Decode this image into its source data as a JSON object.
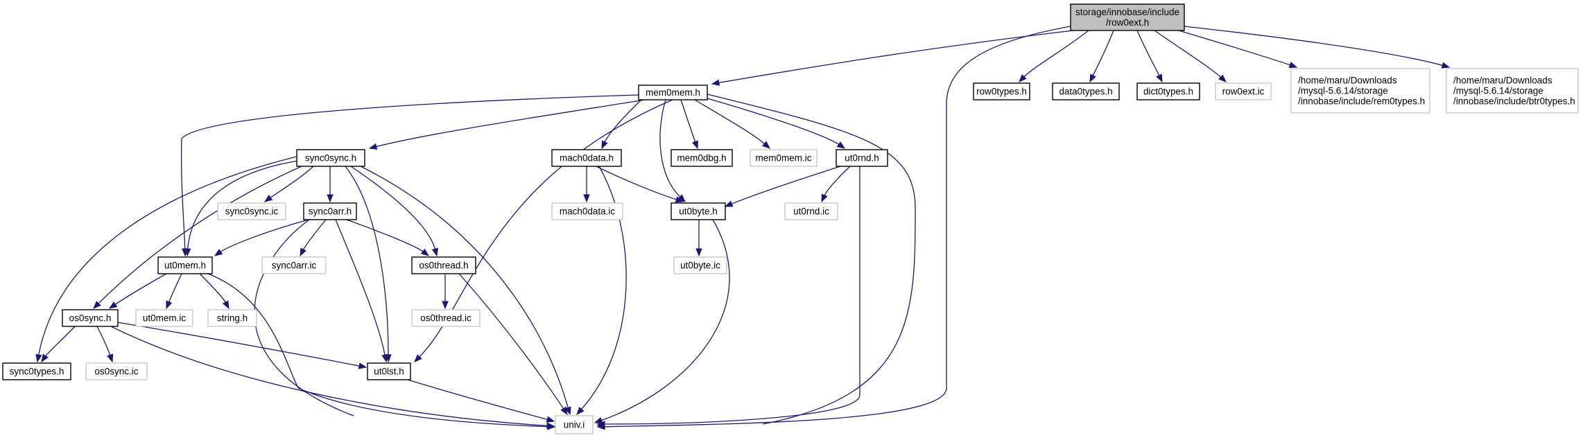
{
  "diagram": {
    "type": "include-dependency-graph",
    "colors": {
      "edge": "#191970",
      "root_fill": "#bfbfbf",
      "external_border": "#bfbfbf",
      "internal_border": "#000000"
    },
    "nodes": [
      {
        "id": "row0ext_h",
        "lines": [
          "storage/innobase/include",
          "/row0ext.h"
        ],
        "kind": "root"
      },
      {
        "id": "mem0mem_h",
        "lines": [
          "mem0mem.h"
        ],
        "kind": "internal"
      },
      {
        "id": "row0types_h",
        "lines": [
          "row0types.h"
        ],
        "kind": "internal"
      },
      {
        "id": "data0types_h",
        "lines": [
          "data0types.h"
        ],
        "kind": "internal"
      },
      {
        "id": "dict0types_h",
        "lines": [
          "dict0types.h"
        ],
        "kind": "internal"
      },
      {
        "id": "row0ext_ic",
        "lines": [
          "row0ext.ic"
        ],
        "kind": "external"
      },
      {
        "id": "rem0types_h",
        "lines": [
          "/home/maru/Downloads",
          "/mysql-5.6.14/storage",
          "/innobase/include/rem0types.h"
        ],
        "kind": "external"
      },
      {
        "id": "btr0types_h",
        "lines": [
          "/home/maru/Downloads",
          "/mysql-5.6.14/storage",
          "/innobase/include/btr0types.h"
        ],
        "kind": "external"
      },
      {
        "id": "sync0sync_h",
        "lines": [
          "sync0sync.h"
        ],
        "kind": "internal"
      },
      {
        "id": "mach0data_h",
        "lines": [
          "mach0data.h"
        ],
        "kind": "internal"
      },
      {
        "id": "mem0dbg_h",
        "lines": [
          "mem0dbg.h"
        ],
        "kind": "internal"
      },
      {
        "id": "mem0mem_ic",
        "lines": [
          "mem0mem.ic"
        ],
        "kind": "external"
      },
      {
        "id": "ut0rnd_h",
        "lines": [
          "ut0rnd.h"
        ],
        "kind": "internal"
      },
      {
        "id": "sync0sync_ic",
        "lines": [
          "sync0sync.ic"
        ],
        "kind": "external"
      },
      {
        "id": "sync0arr_h",
        "lines": [
          "sync0arr.h"
        ],
        "kind": "internal"
      },
      {
        "id": "mach0data_ic",
        "lines": [
          "mach0data.ic"
        ],
        "kind": "external"
      },
      {
        "id": "ut0byte_h",
        "lines": [
          "ut0byte.h"
        ],
        "kind": "internal"
      },
      {
        "id": "ut0rnd_ic",
        "lines": [
          "ut0rnd.ic"
        ],
        "kind": "external"
      },
      {
        "id": "ut0mem_h",
        "lines": [
          "ut0mem.h"
        ],
        "kind": "internal"
      },
      {
        "id": "sync0arr_ic",
        "lines": [
          "sync0arr.ic"
        ],
        "kind": "external"
      },
      {
        "id": "os0thread_h",
        "lines": [
          "os0thread.h"
        ],
        "kind": "internal"
      },
      {
        "id": "ut0byte_ic",
        "lines": [
          "ut0byte.ic"
        ],
        "kind": "external"
      },
      {
        "id": "os0sync_h",
        "lines": [
          "os0sync.h"
        ],
        "kind": "internal"
      },
      {
        "id": "ut0mem_ic",
        "lines": [
          "ut0mem.ic"
        ],
        "kind": "external"
      },
      {
        "id": "string_h",
        "lines": [
          "string.h"
        ],
        "kind": "external"
      },
      {
        "id": "os0thread_ic",
        "lines": [
          "os0thread.ic"
        ],
        "kind": "external"
      },
      {
        "id": "sync0types_h",
        "lines": [
          "sync0types.h"
        ],
        "kind": "internal"
      },
      {
        "id": "os0sync_ic",
        "lines": [
          "os0sync.ic"
        ],
        "kind": "external"
      },
      {
        "id": "ut0lst_h",
        "lines": [
          "ut0lst.h"
        ],
        "kind": "internal"
      },
      {
        "id": "univ_i",
        "lines": [
          "univ.i"
        ],
        "kind": "external"
      }
    ],
    "edges": [
      [
        "row0ext_h",
        "mem0mem_h"
      ],
      [
        "row0ext_h",
        "univ_i"
      ],
      [
        "row0ext_h",
        "row0types_h"
      ],
      [
        "row0ext_h",
        "data0types_h"
      ],
      [
        "row0ext_h",
        "dict0types_h"
      ],
      [
        "row0ext_h",
        "row0ext_ic"
      ],
      [
        "row0ext_h",
        "rem0types_h"
      ],
      [
        "row0ext_h",
        "btr0types_h"
      ],
      [
        "mem0mem_h",
        "sync0sync_h"
      ],
      [
        "mem0mem_h",
        "ut0mem_h"
      ],
      [
        "mem0mem_h",
        "ut0lst_h"
      ],
      [
        "mem0mem_h",
        "mach0data_h"
      ],
      [
        "mem0mem_h",
        "ut0byte_h"
      ],
      [
        "mem0mem_h",
        "mem0dbg_h"
      ],
      [
        "mem0mem_h",
        "mem0mem_ic"
      ],
      [
        "mem0mem_h",
        "ut0rnd_h"
      ],
      [
        "mem0mem_h",
        "univ_i"
      ],
      [
        "sync0sync_h",
        "sync0types_h"
      ],
      [
        "sync0sync_h",
        "ut0mem_h"
      ],
      [
        "sync0sync_h",
        "os0sync_h"
      ],
      [
        "sync0sync_h",
        "sync0sync_ic"
      ],
      [
        "sync0sync_h",
        "sync0arr_h"
      ],
      [
        "sync0sync_h",
        "ut0lst_h"
      ],
      [
        "sync0sync_h",
        "os0thread_h"
      ],
      [
        "sync0sync_h",
        "univ_i"
      ],
      [
        "sync0arr_h",
        "ut0mem_h"
      ],
      [
        "sync0arr_h",
        "sync0arr_ic"
      ],
      [
        "sync0arr_h",
        "os0thread_h"
      ],
      [
        "sync0arr_h",
        "ut0lst_h"
      ],
      [
        "sync0arr_h",
        "univ_i"
      ],
      [
        "mach0data_h",
        "mach0data_ic"
      ],
      [
        "mach0data_h",
        "ut0byte_h"
      ],
      [
        "mach0data_h",
        "univ_i"
      ],
      [
        "ut0rnd_h",
        "ut0byte_h"
      ],
      [
        "ut0rnd_h",
        "ut0rnd_ic"
      ],
      [
        "ut0rnd_h",
        "univ_i"
      ],
      [
        "ut0byte_h",
        "ut0byte_ic"
      ],
      [
        "ut0byte_h",
        "univ_i"
      ],
      [
        "ut0mem_h",
        "os0sync_h"
      ],
      [
        "ut0mem_h",
        "ut0mem_ic"
      ],
      [
        "ut0mem_h",
        "string_h"
      ],
      [
        "ut0mem_h",
        "univ_i"
      ],
      [
        "os0thread_h",
        "os0thread_ic"
      ],
      [
        "os0thread_h",
        "univ_i"
      ],
      [
        "os0sync_h",
        "sync0types_h"
      ],
      [
        "os0sync_h",
        "os0sync_ic"
      ],
      [
        "os0sync_h",
        "ut0lst_h"
      ],
      [
        "os0sync_h",
        "univ_i"
      ],
      [
        "ut0lst_h",
        "univ_i"
      ]
    ]
  }
}
